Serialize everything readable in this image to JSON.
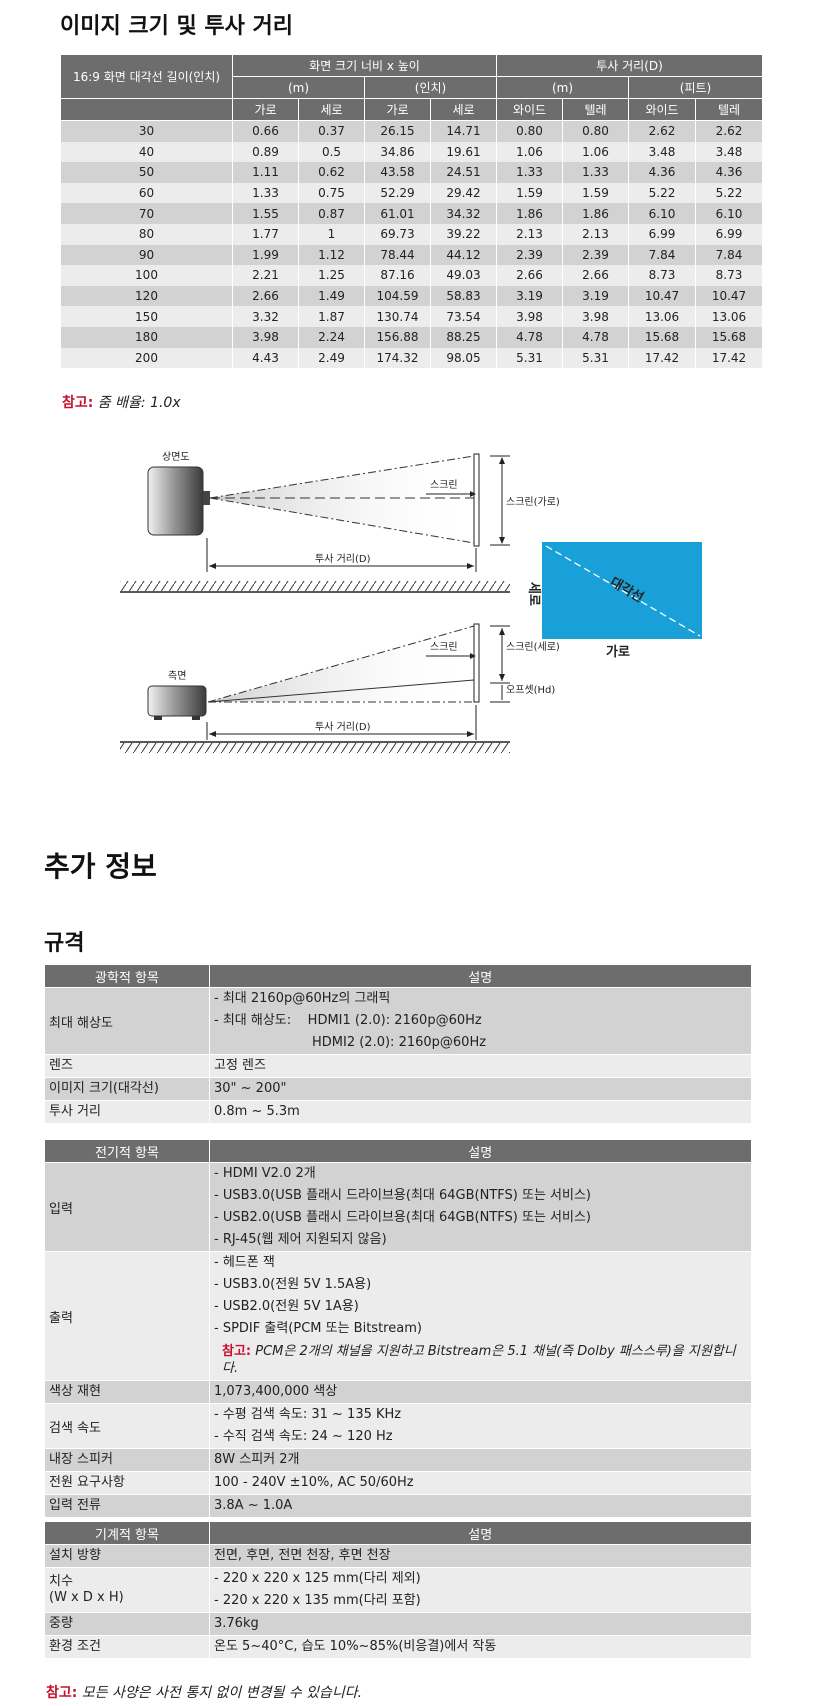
{
  "section1_title": "이미지 크기 및 투사 거리",
  "size_table": {
    "corner_header": "16:9 화면 대각선 길이(인치)",
    "group1": "화면 크기 너비 x 높이",
    "group2": "투사 거리(D)",
    "unit_m": "(m)",
    "unit_inch": "(인치)",
    "unit_m2": "(m)",
    "unit_feet": "(피트)",
    "col_w": "가로",
    "col_h": "세로",
    "col_w2": "가로",
    "col_h2": "세로",
    "col_wide": "와이드",
    "col_tele": "텔레",
    "col_wide2": "와이드",
    "col_tele2": "텔레",
    "rows": [
      [
        "30",
        "0.66",
        "0.37",
        "26.15",
        "14.71",
        "0.80",
        "0.80",
        "2.62",
        "2.62"
      ],
      [
        "40",
        "0.89",
        "0.5",
        "34.86",
        "19.61",
        "1.06",
        "1.06",
        "3.48",
        "3.48"
      ],
      [
        "50",
        "1.11",
        "0.62",
        "43.58",
        "24.51",
        "1.33",
        "1.33",
        "4.36",
        "4.36"
      ],
      [
        "60",
        "1.33",
        "0.75",
        "52.29",
        "29.42",
        "1.59",
        "1.59",
        "5.22",
        "5.22"
      ],
      [
        "70",
        "1.55",
        "0.87",
        "61.01",
        "34.32",
        "1.86",
        "1.86",
        "6.10",
        "6.10"
      ],
      [
        "80",
        "1.77",
        "1",
        "69.73",
        "39.22",
        "2.13",
        "2.13",
        "6.99",
        "6.99"
      ],
      [
        "90",
        "1.99",
        "1.12",
        "78.44",
        "44.12",
        "2.39",
        "2.39",
        "7.84",
        "7.84"
      ],
      [
        "100",
        "2.21",
        "1.25",
        "87.16",
        "49.03",
        "2.66",
        "2.66",
        "8.73",
        "8.73"
      ],
      [
        "120",
        "2.66",
        "1.49",
        "104.59",
        "58.83",
        "3.19",
        "3.19",
        "10.47",
        "10.47"
      ],
      [
        "150",
        "3.32",
        "1.87",
        "130.74",
        "73.54",
        "3.98",
        "3.98",
        "13.06",
        "13.06"
      ],
      [
        "180",
        "3.98",
        "2.24",
        "156.88",
        "88.25",
        "4.78",
        "4.78",
        "15.68",
        "15.68"
      ],
      [
        "200",
        "4.43",
        "2.49",
        "174.32",
        "98.05",
        "5.31",
        "5.31",
        "17.42",
        "17.42"
      ]
    ]
  },
  "note1": {
    "label": "참고:",
    "text": " 줌 배율: 1.0x"
  },
  "diagram": {
    "top_view": "상면도",
    "side_view": "측면",
    "screen": "스크린",
    "screen2": "스크린",
    "screen_width": "스크린(가로)",
    "screen_height": "스크린(세로)",
    "offset": "오프셋(Hd)",
    "throw1": "투사 거리(D)",
    "throw2": "투사 거리(D)",
    "diag_vertical": "세로",
    "diag_diagonal": "대각선",
    "diag_horizontal": "가로",
    "colors": {
      "screen_blue": "#1aa0d8"
    }
  },
  "section2_title": "추가 정보",
  "section3_title": "규격",
  "optical": {
    "h1": "광학적 항목",
    "h2": "설명",
    "res_key": "최대 해상도",
    "res_l1": "- 최대 2160p@60Hz의 그래픽",
    "res_l2a": "- 최대 해상도:",
    "res_l2b": "HDMI1 (2.0): 2160p@60Hz",
    "res_l3": "HDMI2 (2.0): 2160p@60Hz",
    "lens_key": "렌즈",
    "lens_val": "고정 렌즈",
    "img_key": "이미지 크기(대각선)",
    "img_val": "30\" ~ 200\"",
    "throw_key": "투사 거리",
    "throw_val": "0.8m ~ 5.3m"
  },
  "electrical": {
    "h1": "전기적 항목",
    "h2": "설명",
    "in_key": "입력",
    "in_l1": "- HDMI V2.0 2개",
    "in_l2": "- USB3.0(USB 플래시 드라이브용(최대 64GB(NTFS) 또는 서비스)",
    "in_l3": "- USB2.0(USB 플래시 드라이브용(최대 64GB(NTFS) 또는 서비스)",
    "in_l4": "- RJ-45(웹 제어 지원되지 않음)",
    "out_key": "출력",
    "out_l1": "- 헤드폰 잭",
    "out_l2": "- USB3.0(전원 5V 1.5A용)",
    "out_l3": "- USB2.0(전원 5V 1A용)",
    "out_l4": "- SPDIF 출력(PCM 또는 Bitstream)",
    "out_note_label": "참고:",
    "out_note_text": " PCM은 2개의 채널을 지원하고 Bitstream은 5.1 채널(즉 Dolby 패스스루)을 지원합니다.",
    "color_key": "색상 재현",
    "color_val": "1,073,400,000 색상",
    "scan_key": "검색 속도",
    "scan_l1": "- 수평 검색 속도: 31 ~ 135 KHz",
    "scan_l2": "- 수직 검색 속도: 24 ~ 120 Hz",
    "spk_key": "내장 스피커",
    "spk_val": "8W 스피커 2개",
    "pwr_key": "전원 요구사항",
    "pwr_val": "100 - 240V ±10%, AC 50/60Hz",
    "cur_key": "입력 전류",
    "cur_val": "3.8A ~ 1.0A"
  },
  "mechanical": {
    "h1": "기계적 항목",
    "h2": "설명",
    "ori_key": "설치 방향",
    "ori_val": "전면, 후면, 전면 천장, 후면 천장",
    "dim_key1": "치수",
    "dim_key2": "(W x D x H)",
    "dim_l1": "- 220 x 220 x 125 mm(다리 제외)",
    "dim_l2": "- 220 x 220 x 135 mm(다리 포함)",
    "wt_key": "중량",
    "wt_val": "3.76kg",
    "env_key": "환경 조건",
    "env_val": "온도 5~40°C, 습도 10%~85%(비응결)에서 작동"
  },
  "note2": {
    "label": "참고:",
    "text": " 모든 사양은 사전 통지 없이 변경될 수 있습니다."
  }
}
